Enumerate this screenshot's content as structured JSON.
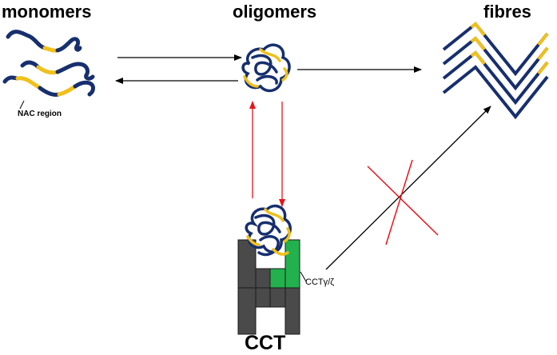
{
  "labels": {
    "monomers": "monomers",
    "oligomers": "oligomers",
    "fibres": "fibres",
    "nac_region": "NAC region",
    "cct": "CCT",
    "cct_subunit": "CCTγ/ζ"
  },
  "colors": {
    "strand": "#172f6e",
    "nac": "#f0c01c",
    "black_arrow": "#000000",
    "red_arrow": "#e8141a",
    "cct_gray": "#4a4a4a",
    "cct_green": "#23b14d"
  }
}
